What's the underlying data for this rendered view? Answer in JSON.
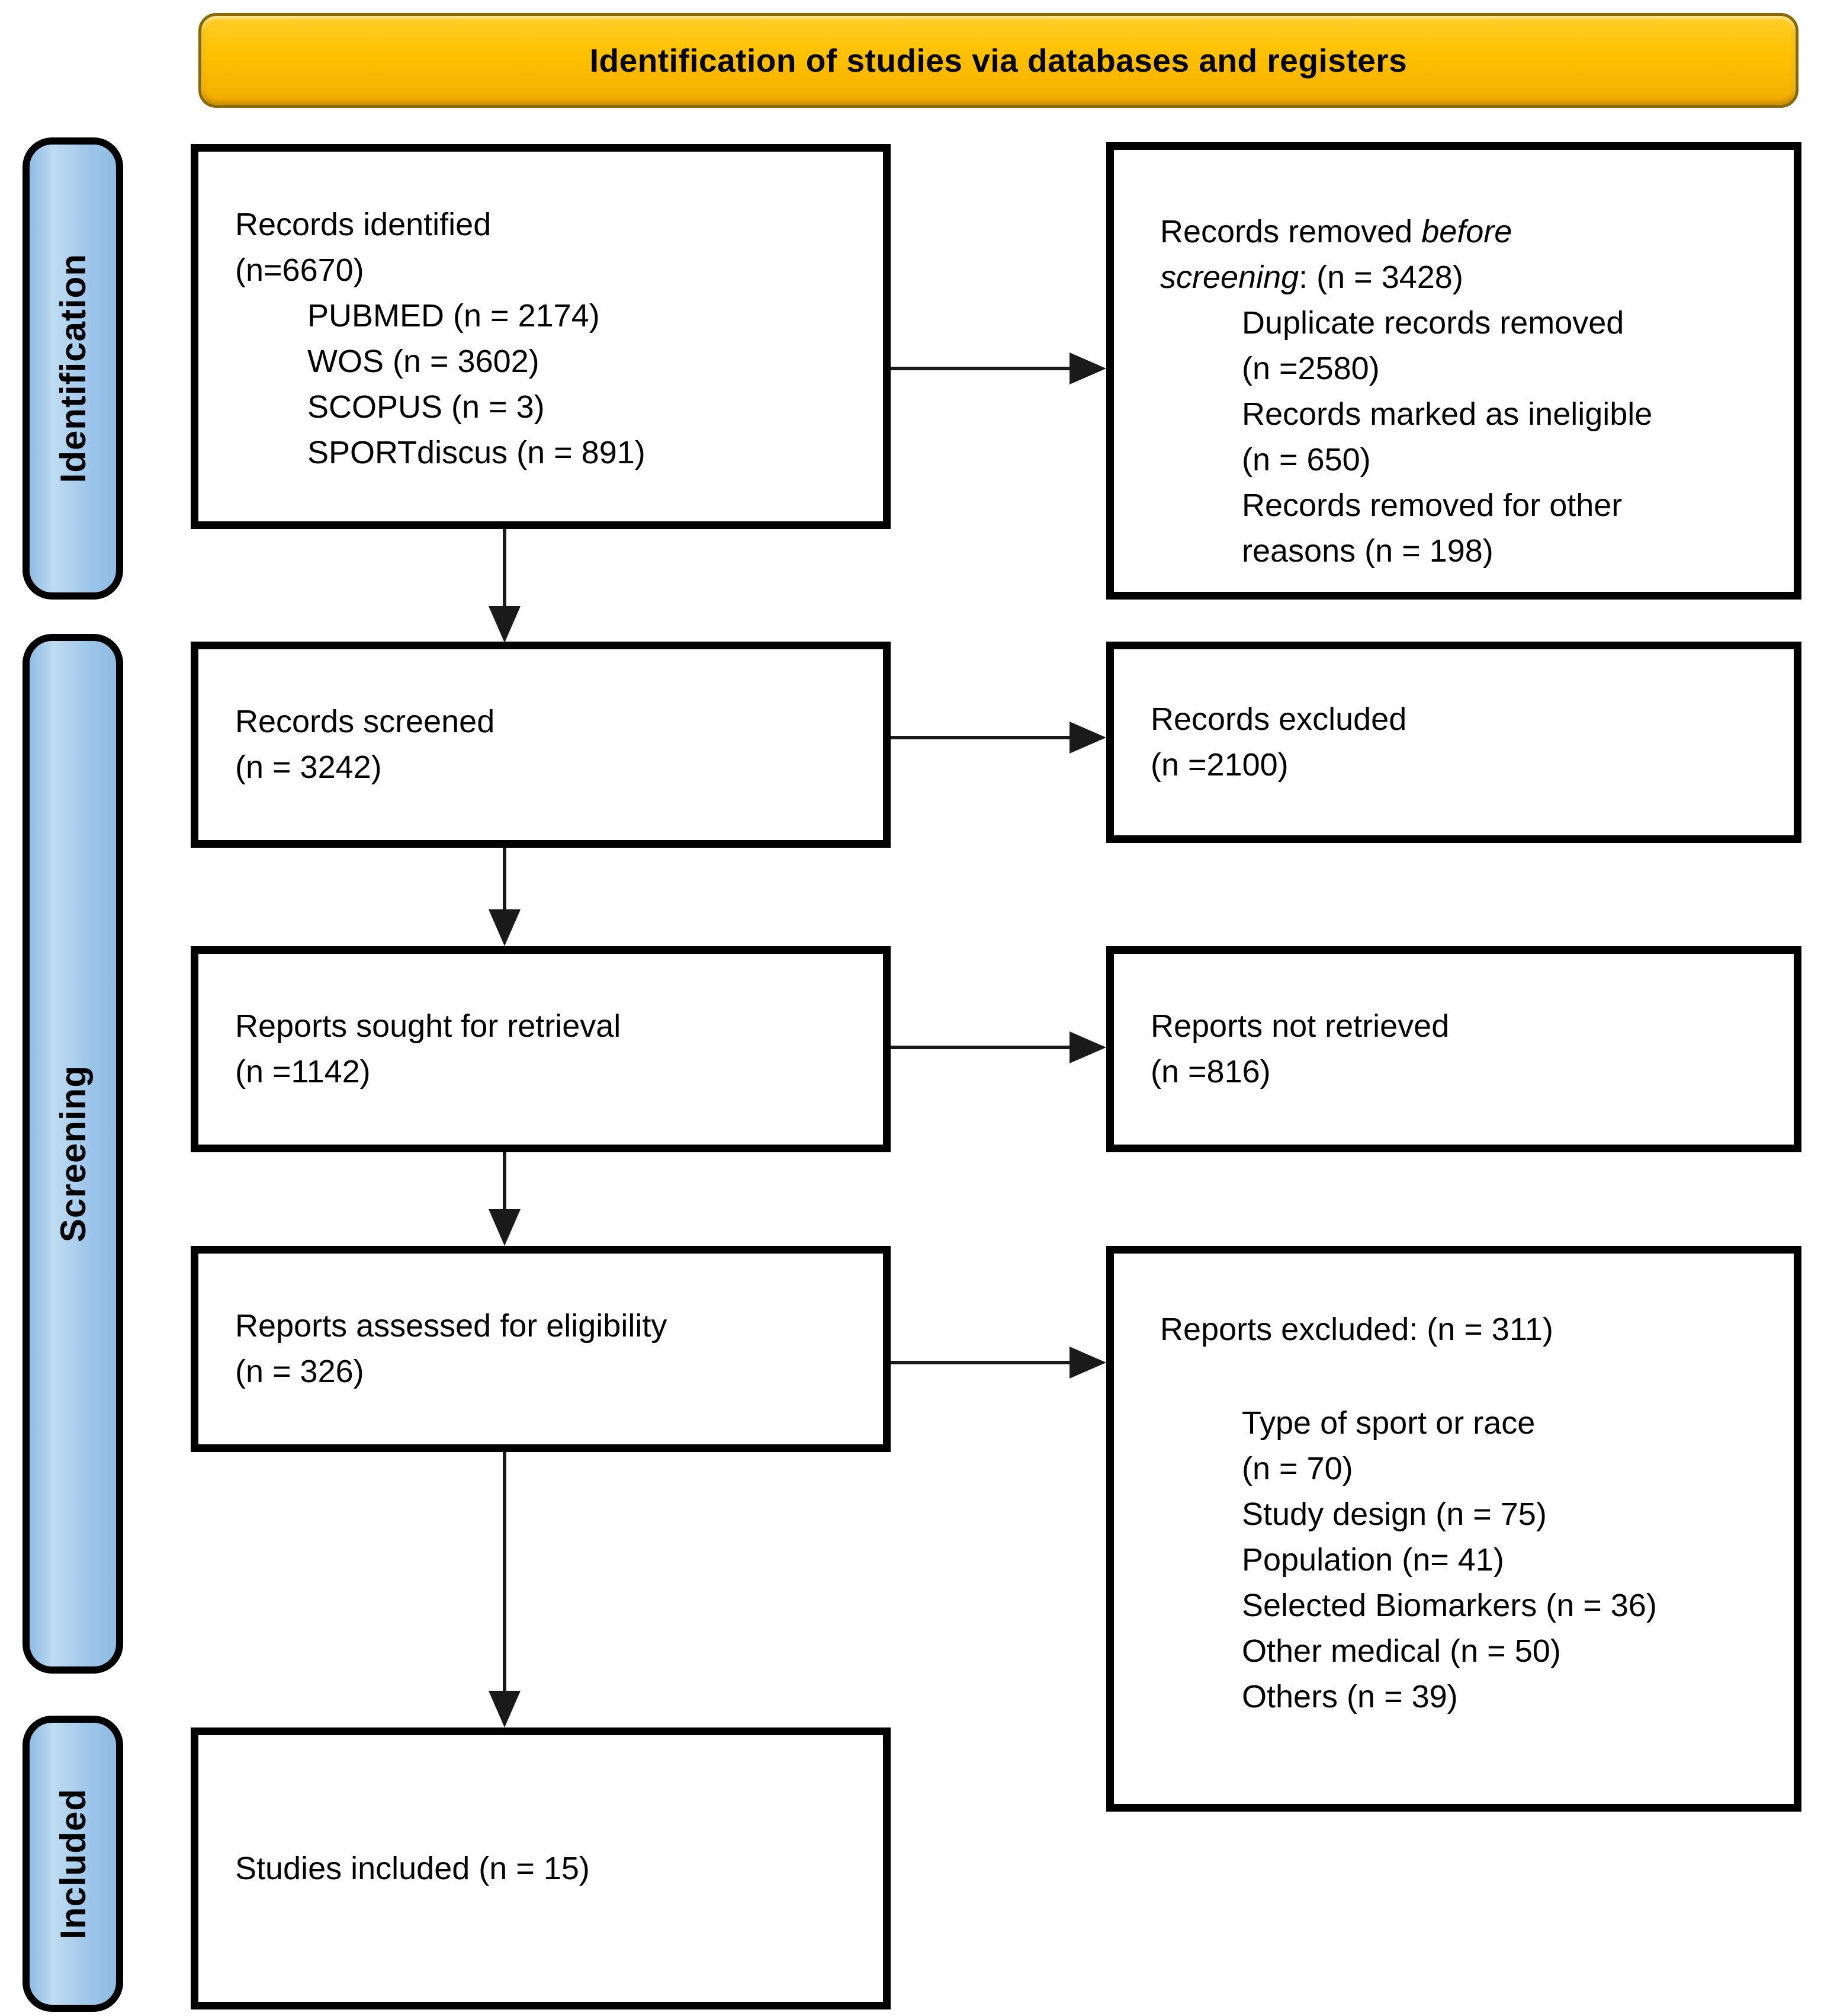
{
  "banner": {
    "title": "Identification of studies via databases and registers"
  },
  "stages": {
    "identification": {
      "label": "Identification"
    },
    "screening": {
      "label": "Screening"
    },
    "included": {
      "label": "Included"
    }
  },
  "colors": {
    "banner_bg": "#FFC000",
    "banner_border": "#8A6A00",
    "stage_bg": "#9CC5E9",
    "box_bg": "#FFFFFF",
    "box_border": "#000000",
    "arrow": "#1A1A1A",
    "text": "#000000"
  },
  "boxes": {
    "records_identified": {
      "lines": [
        {
          "indent": 0,
          "text": "Records identified"
        },
        {
          "indent": 0,
          "text": "(n=6670)"
        },
        {
          "indent": 1,
          "text": "PUBMED (n = 2174)"
        },
        {
          "indent": 1,
          "text": "WOS (n = 3602)"
        },
        {
          "indent": 1,
          "text": "SCOPUS (n = 3)"
        },
        {
          "indent": 1,
          "text": "SPORTdiscus (n = 891)"
        }
      ]
    },
    "records_removed": {
      "lines": [
        {
          "indent": 0,
          "runs": [
            {
              "text": "Records removed ",
              "italic": false
            },
            {
              "text": "before",
              "italic": true
            }
          ]
        },
        {
          "indent": 0,
          "runs": [
            {
              "text": "screening",
              "italic": true
            },
            {
              "text": ": (n = 3428)",
              "italic": false
            }
          ]
        },
        {
          "indent": 1,
          "text": "Duplicate records removed"
        },
        {
          "indent": 1,
          "text": "(n =2580)"
        },
        {
          "indent": 1,
          "text": "Records marked as ineligible"
        },
        {
          "indent": 1,
          "text": "(n = 650)"
        },
        {
          "indent": 1,
          "text": "Records removed for other"
        },
        {
          "indent": 1,
          "text": "reasons (n = 198)"
        }
      ]
    },
    "records_screened": {
      "lines": [
        {
          "indent": 0,
          "text": "Records screened"
        },
        {
          "indent": 0,
          "text": "(n = 3242)"
        }
      ]
    },
    "records_excluded": {
      "lines": [
        {
          "indent": 0,
          "text": "Records excluded"
        },
        {
          "indent": 0,
          "text": "(n =2100)"
        }
      ]
    },
    "reports_sought": {
      "lines": [
        {
          "indent": 0,
          "text": "Reports sought for retrieval"
        },
        {
          "indent": 0,
          "text": "(n =1142)"
        }
      ]
    },
    "reports_not_retrieved": {
      "lines": [
        {
          "indent": 0,
          "text": "Reports not retrieved"
        },
        {
          "indent": 0,
          "text": "(n =816)"
        }
      ]
    },
    "reports_assessed": {
      "lines": [
        {
          "indent": 0,
          "text": "Reports assessed for eligibility"
        },
        {
          "indent": 0,
          "text": "(n = 326)"
        }
      ]
    },
    "reports_excluded": {
      "lines": [
        {
          "indent": 0,
          "text": "Reports excluded: (n = 311)"
        },
        {
          "spacer": true
        },
        {
          "indent": 1,
          "text": "Type of sport or race"
        },
        {
          "indent": 1,
          "text": "(n = 70)"
        },
        {
          "indent": 1,
          "text": "Study design (n = 75)"
        },
        {
          "indent": 1,
          "text": "Population (n= 41)"
        },
        {
          "indent": 1,
          "text": "Selected Biomarkers (n = 36)"
        },
        {
          "indent": 1,
          "text": "Other medical (n = 50)"
        },
        {
          "indent": 1,
          "text": "Others (n = 39)"
        }
      ]
    },
    "studies_included": {
      "lines": [
        {
          "indent": 0,
          "text": "Studies included (n = 15)"
        }
      ]
    }
  }
}
